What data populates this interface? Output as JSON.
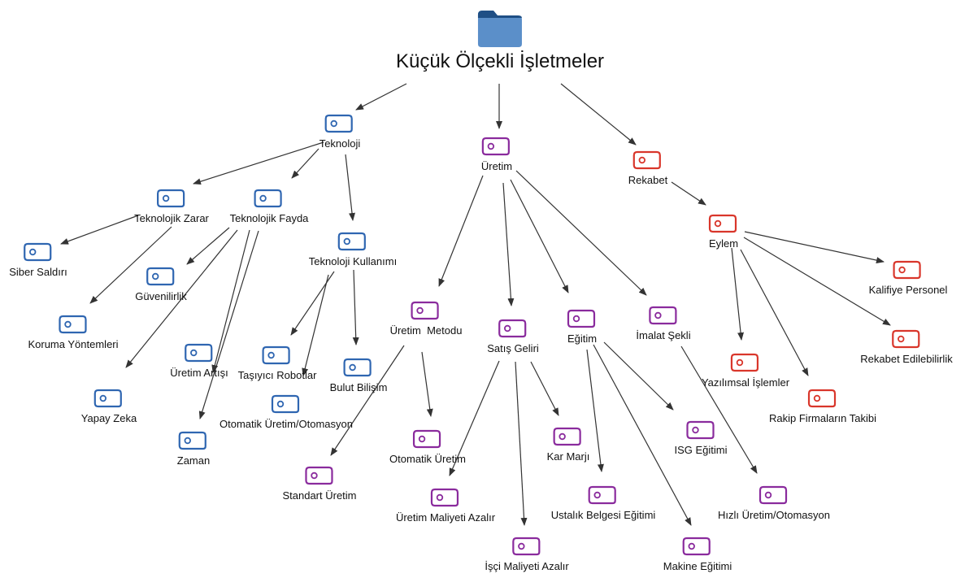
{
  "diagram": {
    "root": {
      "label": "Küçük Ölçekli İşletmeler",
      "icon": "folder-icon"
    },
    "colors": {
      "teknoloji": "#2f66b1",
      "uretim": "#8a2b9d",
      "rekabet": "#d9362b",
      "edge": "#333333",
      "folder": "#5b8fc9"
    },
    "nodes": {
      "teknoloji": {
        "label": "Teknoloji",
        "group": "teknoloji"
      },
      "uretim": {
        "label": "Üretim",
        "group": "uretim"
      },
      "rekabet": {
        "label": "Rekabet",
        "group": "rekabet"
      },
      "teknolojik_zarar": {
        "label": "Teknolojik Zarar",
        "group": "teknoloji"
      },
      "teknolojik_fayda": {
        "label": "Teknolojik Fayda",
        "group": "teknoloji"
      },
      "teknoloji_kullanimi": {
        "label": "Teknoloji Kullanımı",
        "group": "teknoloji"
      },
      "siber_saldiri": {
        "label": "Siber Saldırı",
        "group": "teknoloji"
      },
      "koruma_yontemleri": {
        "label": "Koruma Yöntemleri",
        "group": "teknoloji"
      },
      "yapay_zeka": {
        "label": "Yapay Zeka",
        "group": "teknoloji"
      },
      "guvenilirlik": {
        "label": "Güvenilirlik",
        "group": "teknoloji"
      },
      "uretim_artisi": {
        "label": "Üretim Artışı",
        "group": "teknoloji"
      },
      "zaman": {
        "label": "Zaman",
        "group": "teknoloji"
      },
      "tasiyici_robotlar": {
        "label": "Taşıyıcı Robotlar",
        "group": "teknoloji"
      },
      "otomatik_uretim_otomasyon": {
        "label": "Otomatik Üretim/Otomasyon",
        "group": "teknoloji"
      },
      "bulut_bilisim": {
        "label": "Bulut Bilişim",
        "group": "teknoloji"
      },
      "uretim_metodu": {
        "label": "Üretim  Metodu",
        "group": "uretim"
      },
      "satis_geliri": {
        "label": "Satış Geliri",
        "group": "uretim"
      },
      "egitim": {
        "label": "Eğitim",
        "group": "uretim"
      },
      "imalat_sekli": {
        "label": "İmalat Şekli",
        "group": "uretim"
      },
      "standart_uretim": {
        "label": "Standart Üretim",
        "group": "uretim"
      },
      "otomatik_uretim": {
        "label": "Otomatik Üretim",
        "group": "uretim"
      },
      "uretim_maliyeti_azalir": {
        "label": "Üretim Maliyeti Azalır",
        "group": "uretim"
      },
      "isci_maliyeti_azalir": {
        "label": "İşçi Maliyeti Azalır",
        "group": "uretim"
      },
      "kar_marji": {
        "label": "Kar Marjı",
        "group": "uretim"
      },
      "ustalik_belgesi_egitimi": {
        "label": "Ustalık Belgesi Eğitimi",
        "group": "uretim"
      },
      "makine_egitimi": {
        "label": "Makine Eğitimi",
        "group": "uretim"
      },
      "isg_egitimi": {
        "label": "ISG Eğitimi",
        "group": "uretim"
      },
      "hizli_uretim_otomasyon": {
        "label": "Hızlı Üretim/Otomasyon",
        "group": "uretim"
      },
      "eylem": {
        "label": "Eylem",
        "group": "rekabet"
      },
      "kalifiye_personel": {
        "label": "Kalifiye Personel",
        "group": "rekabet"
      },
      "rekabet_edilebilirlik": {
        "label": "Rekabet Edilebilirlik",
        "group": "rekabet"
      },
      "yazilimsal_islemler": {
        "label": "Yazılımsal İşlemler",
        "group": "rekabet"
      },
      "rakip_firmalarin_takibi": {
        "label": "Rakip Firmaların Takibi",
        "group": "rekabet"
      }
    },
    "edges": [
      [
        "root",
        "teknoloji"
      ],
      [
        "root",
        "uretim"
      ],
      [
        "root",
        "rekabet"
      ],
      [
        "teknoloji",
        "teknolojik_zarar"
      ],
      [
        "teknoloji",
        "teknolojik_fayda"
      ],
      [
        "teknoloji",
        "teknoloji_kullanimi"
      ],
      [
        "teknolojik_zarar",
        "siber_saldiri"
      ],
      [
        "teknolojik_zarar",
        "koruma_yontemleri"
      ],
      [
        "teknolojik_fayda",
        "guvenilirlik"
      ],
      [
        "teknolojik_fayda",
        "yapay_zeka"
      ],
      [
        "teknolojik_fayda",
        "uretim_artisi"
      ],
      [
        "teknolojik_fayda",
        "zaman"
      ],
      [
        "teknoloji_kullanimi",
        "tasiyici_robotlar"
      ],
      [
        "teknoloji_kullanimi",
        "otomatik_uretim_otomasyon"
      ],
      [
        "teknoloji_kullanimi",
        "bulut_bilisim"
      ],
      [
        "uretim",
        "uretim_metodu"
      ],
      [
        "uretim",
        "satis_geliri"
      ],
      [
        "uretim",
        "egitim"
      ],
      [
        "uretim",
        "imalat_sekli"
      ],
      [
        "uretim_metodu",
        "standart_uretim"
      ],
      [
        "uretim_metodu",
        "otomatik_uretim"
      ],
      [
        "satis_geliri",
        "uretim_maliyeti_azalir"
      ],
      [
        "satis_geliri",
        "isci_maliyeti_azalir"
      ],
      [
        "satis_geliri",
        "kar_marji"
      ],
      [
        "egitim",
        "ustalik_belgesi_egitimi"
      ],
      [
        "egitim",
        "makine_egitimi"
      ],
      [
        "egitim",
        "isg_egitimi"
      ],
      [
        "imalat_sekli",
        "hizli_uretim_otomasyon"
      ],
      [
        "rekabet",
        "eylem"
      ],
      [
        "eylem",
        "kalifiye_personel"
      ],
      [
        "eylem",
        "rekabet_edilebilirlik"
      ],
      [
        "eylem",
        "yazilimsal_islemler"
      ],
      [
        "eylem",
        "rakip_firmalarin_takibi"
      ]
    ]
  }
}
